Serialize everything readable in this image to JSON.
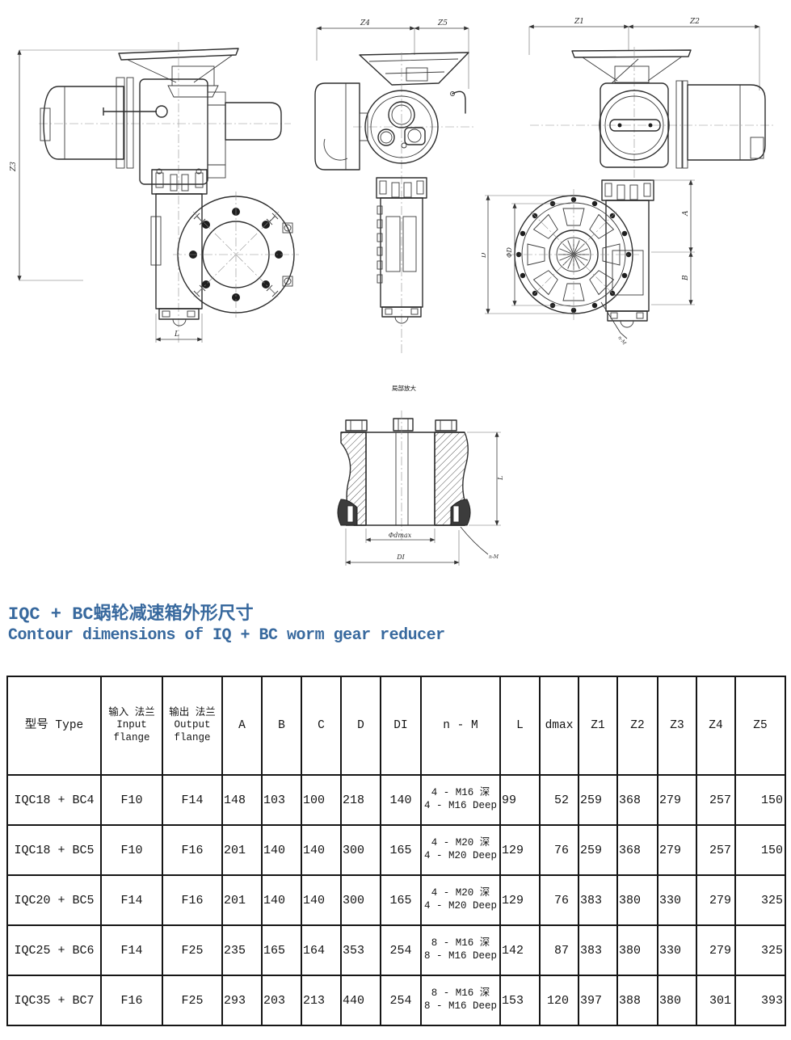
{
  "page": {
    "background": "#ffffff",
    "accent_blue": "#38699e"
  },
  "title": {
    "zh": "IQC + BC蜗轮减速箱外形尺寸",
    "en": "Contour dimensions of IQ + BC worm gear reducer"
  },
  "drawings": {
    "left_view": {
      "dim_height": "Z3",
      "dim_bottom": "L"
    },
    "front_view": {
      "dim_top_left": "Z4",
      "dim_top_right": "Z5"
    },
    "right_view": {
      "dim_top_left": "Z1",
      "dim_top_right": "Z2",
      "dim_right_upper": "A",
      "dim_right_lower": "B",
      "dim_flange_outer": "D",
      "dim_flange_bolt_circle": "ΦD",
      "dim_bolt_callout": "n-M"
    },
    "section_view": {
      "caption": "局部放大",
      "dim_bore": "Φdmax",
      "dim_bottom": "DI",
      "dim_right": "L",
      "dim_bolt_callout": "n-M"
    }
  },
  "table": {
    "headers": [
      "型号 Type",
      "输入 法兰\nInput\nflange",
      "输出 法兰\nOutput\nflange",
      "A",
      "B",
      "C",
      "D",
      "DI",
      "n - M",
      "L",
      "dmax",
      "Z1",
      "Z2",
      "Z3",
      "Z4",
      "Z5"
    ],
    "rows": [
      {
        "cells": [
          "IQC18 + BC4",
          "F10",
          "F14",
          "148",
          "103",
          "100",
          "218",
          "140",
          "4 - M16 深\n4 - M16 Deep",
          "99",
          "52",
          "259",
          "368",
          "279",
          "257",
          "150"
        ]
      },
      {
        "cells": [
          "IQC18 + BC5",
          "F10",
          "F16",
          "201",
          "140",
          "140",
          "300",
          "165",
          "4 - M20 深\n4 - M20 Deep",
          "129",
          "76",
          "259",
          "368",
          "279",
          "257",
          "150"
        ]
      },
      {
        "cells": [
          "IQC20 + BC5",
          "F14",
          "F16",
          "201",
          "140",
          "140",
          "300",
          "165",
          "4 - M20 深\n4 - M20 Deep",
          "129",
          "76",
          "383",
          "380",
          "330",
          "279",
          "325"
        ]
      },
      {
        "cells": [
          "IQC25 + BC6",
          "F14",
          "F25",
          "235",
          "165",
          "164",
          "353",
          "254",
          "8 - M16 深\n8 - M16 Deep",
          "142",
          "87",
          "383",
          "380",
          "330",
          "279",
          "325"
        ]
      },
      {
        "cells": [
          "IQC35 + BC7",
          "F16",
          "F25",
          "293",
          "203",
          "213",
          "440",
          "254",
          "8 - M16 深\n8 - M16 Deep",
          "153",
          "120",
          "397",
          "388",
          "380",
          "301",
          "393"
        ]
      }
    ]
  }
}
